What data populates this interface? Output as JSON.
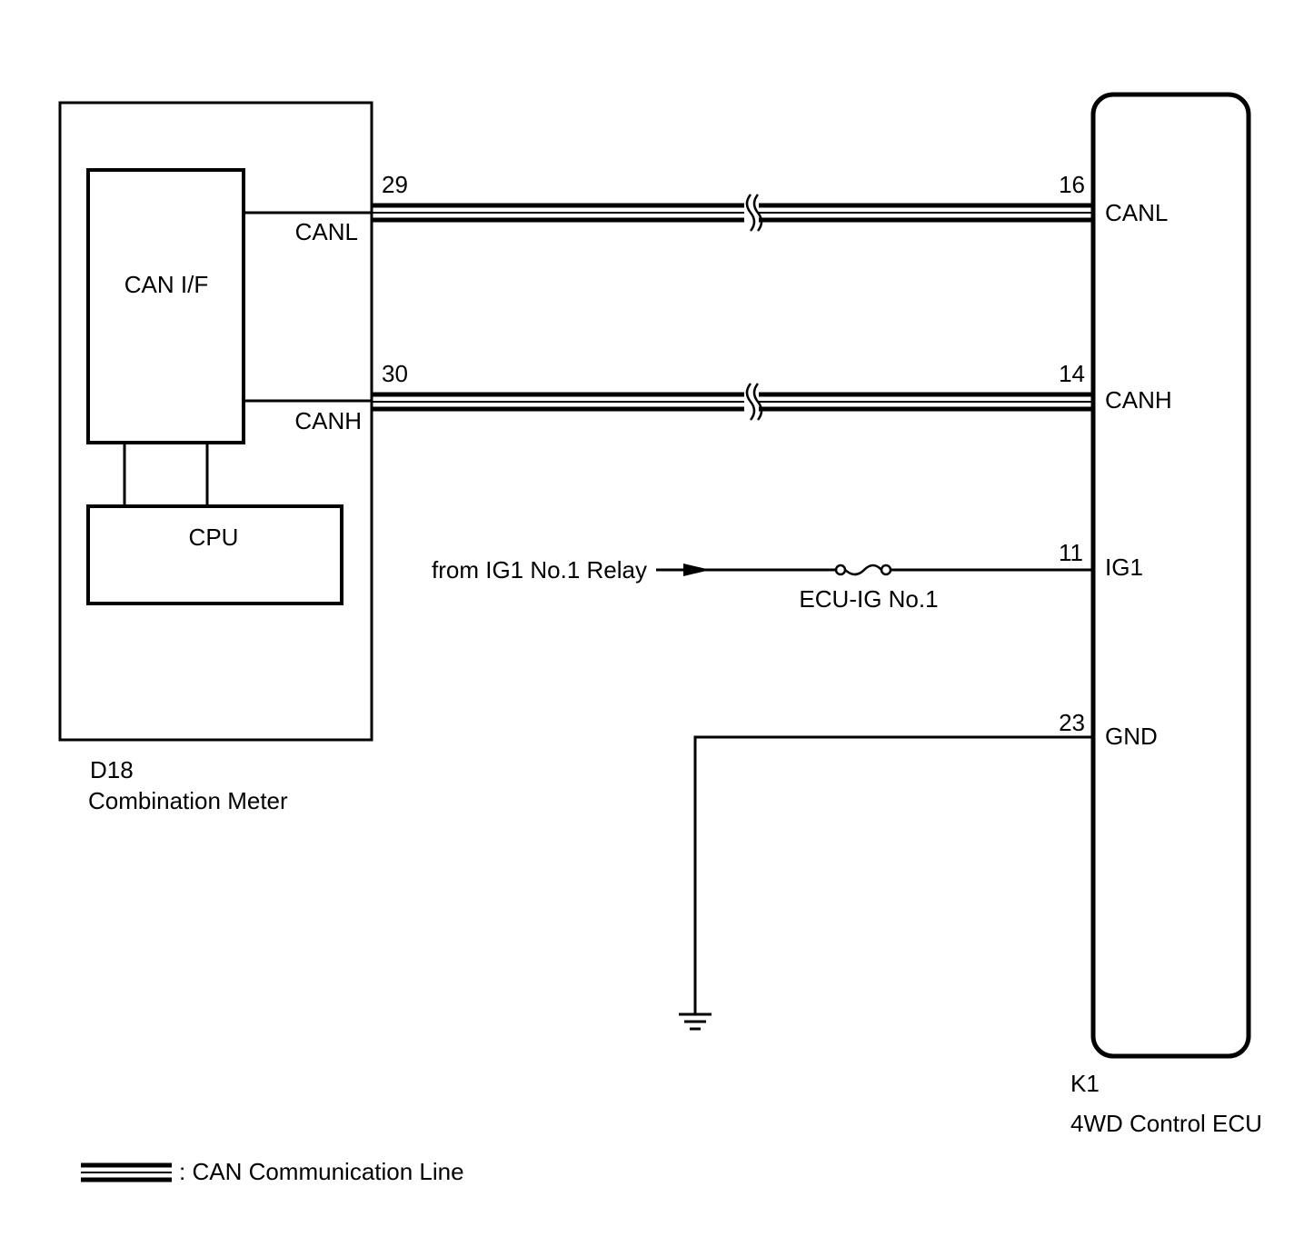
{
  "combination_meter": {
    "connector": "D18",
    "name": "Combination Meter",
    "can_if_label": "CAN I/F",
    "cpu_label": "CPU",
    "pins": {
      "canl": {
        "number": "29",
        "signal": "CANL"
      },
      "canh": {
        "number": "30",
        "signal": "CANH"
      }
    }
  },
  "ecu": {
    "connector": "K1",
    "name": "4WD Control ECU",
    "pins": {
      "canl": {
        "number": "16",
        "signal": "CANL"
      },
      "canh": {
        "number": "14",
        "signal": "CANH"
      },
      "ig1": {
        "number": "11",
        "signal": "IG1"
      },
      "gnd": {
        "number": "23",
        "signal": "GND"
      }
    }
  },
  "power_source": "from IG1 No.1 Relay",
  "fuse": "ECU-IG No.1",
  "legend": {
    "text": ": CAN Communication Line"
  }
}
